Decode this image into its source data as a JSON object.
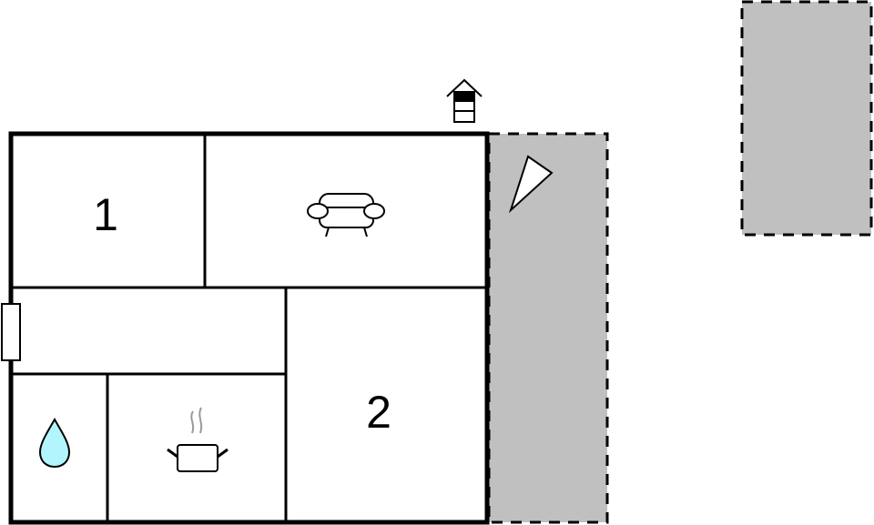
{
  "plan": {
    "type": "floor-plan",
    "rooms": [
      {
        "id": "bedroom-1",
        "label": "1",
        "icon": null
      },
      {
        "id": "living-room",
        "label": "",
        "icon": "sofa-icon"
      },
      {
        "id": "hallway",
        "label": "",
        "icon": null
      },
      {
        "id": "bathroom",
        "label": "",
        "icon": "water-drop-icon"
      },
      {
        "id": "kitchen",
        "label": "",
        "icon": "cooking-pot-icon"
      },
      {
        "id": "bedroom-2",
        "label": "2",
        "icon": null
      }
    ],
    "features": {
      "entrance": "door-left-wall",
      "stairs": "stairs-up-icon",
      "terrace": "terrace-dashed-area",
      "terrace_icon": "sunshade-icon",
      "outbuilding": "outbuilding-dashed-area"
    },
    "colors": {
      "wall": "#000000",
      "terrace_fill": "#c0c0c0",
      "water": "#b3f5fc",
      "steam": "#9a9a9a",
      "background": "#ffffff"
    }
  }
}
